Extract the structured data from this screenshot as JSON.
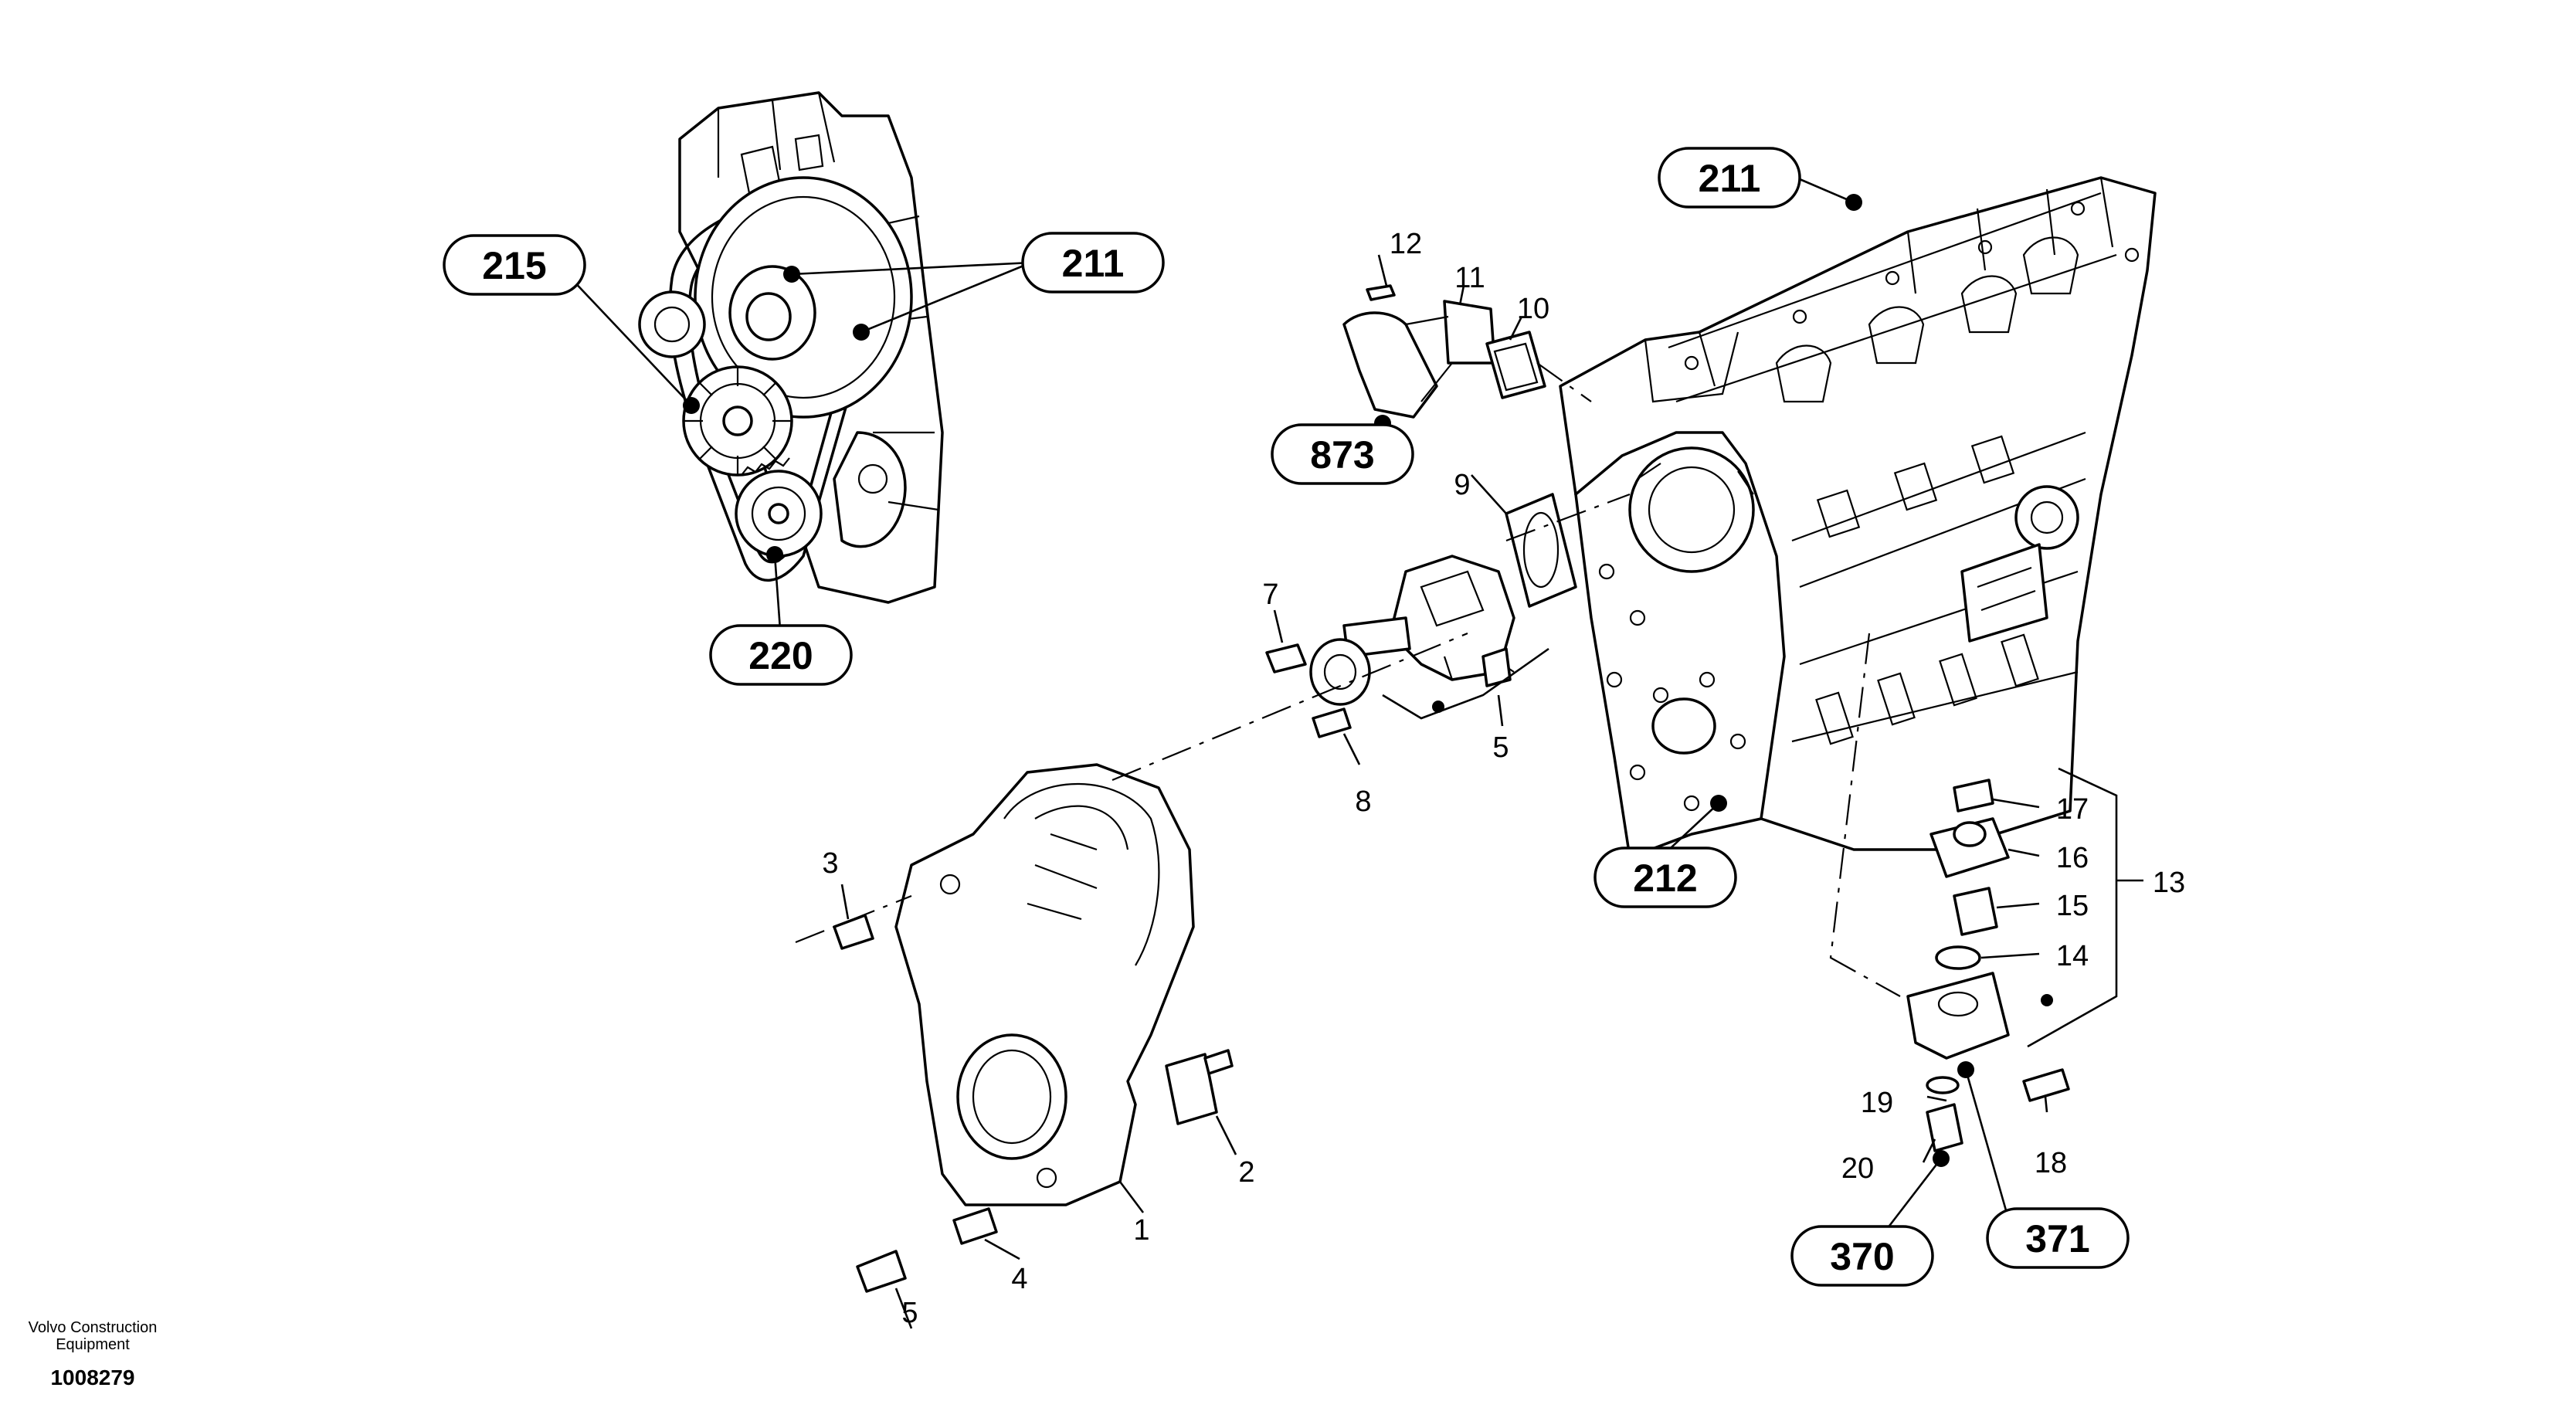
{
  "refs": {
    "r211a": "211",
    "r211b": "211",
    "r215": "215",
    "r220": "220",
    "r873": "873",
    "r212": "212",
    "r370": "370",
    "r371": "371"
  },
  "nums": {
    "n1": "1",
    "n2": "2",
    "n3": "3",
    "n4": "4",
    "n5a": "5",
    "n5b": "5",
    "n7": "7",
    "n8": "8",
    "n9": "9",
    "n10": "10",
    "n11": "11",
    "n12": "12",
    "n13": "13",
    "n14": "14",
    "n15": "15",
    "n16": "16",
    "n17": "17",
    "n18": "18",
    "n19": "19",
    "n20": "20"
  },
  "footer": {
    "company_line1": "Volvo Construction",
    "company_line2": "Equipment",
    "drawing_number": "1008279"
  }
}
